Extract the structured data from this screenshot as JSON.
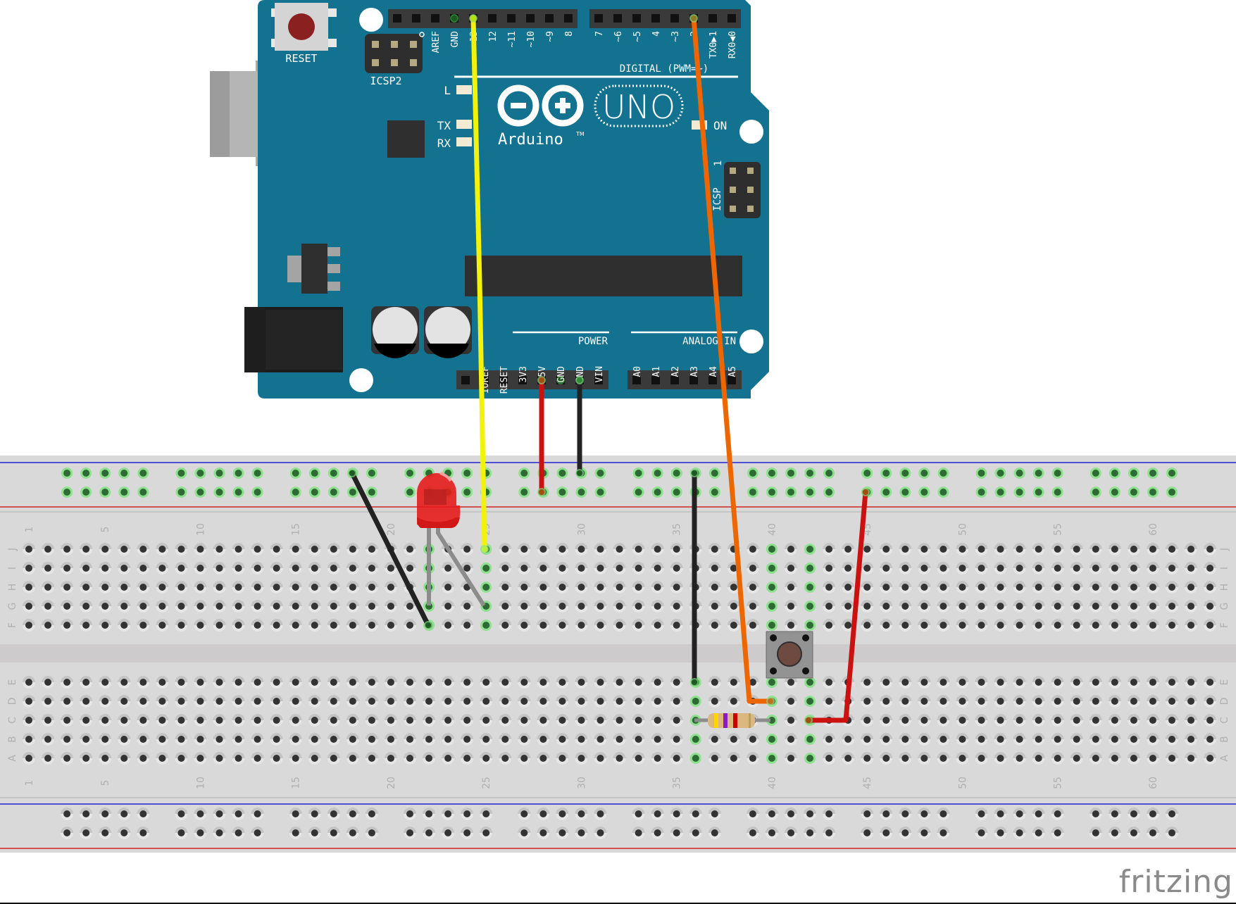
{
  "app": {
    "name": "fritzing",
    "view": "breadboard"
  },
  "arduino": {
    "board_name": "Arduino",
    "model_label": "UNO",
    "trademark": "TM",
    "reset_label": "RESET",
    "icsp2_label": "ICSP2",
    "icsp_label": "ICSP",
    "icsp_pin1_label": "1",
    "led_labels": [
      "L",
      "TX",
      "RX"
    ],
    "on_label": "ON",
    "digital_header_label": "DIGITAL (PWM=~)",
    "power_header_label": "POWER",
    "analog_header_label": "ANALOG IN",
    "digital_pins_left": [
      "",
      "",
      "AREF",
      "GND",
      "13",
      "12",
      "~11",
      "~10",
      "~9",
      "8"
    ],
    "digital_pins_right": [
      "7",
      "~6",
      "~5",
      "4",
      "~3",
      "2",
      "TX0▶1",
      "RX0◀0"
    ],
    "power_pins": [
      "",
      "IOREF",
      "RESET",
      "3V3",
      "5V",
      "GND",
      "GND",
      "VIN"
    ],
    "analog_pins": [
      "A0",
      "A1",
      "A2",
      "A3",
      "A4",
      "A5"
    ],
    "colors": {
      "board": "#13728f",
      "header": "#3a3a3a",
      "text": "#ffffff",
      "reset_button": "#8b2020"
    }
  },
  "breadboard": {
    "columns": 63,
    "column_labels": [
      "1",
      "5",
      "10",
      "15",
      "20",
      "25",
      "30",
      "35",
      "40",
      "45",
      "50",
      "55",
      "60"
    ],
    "top_rows": [
      "J",
      "I",
      "H",
      "G",
      "F"
    ],
    "bottom_rows": [
      "E",
      "D",
      "C",
      "B",
      "A"
    ],
    "rail_groups": 10,
    "colors": {
      "body": "#d9d9d9",
      "channel": "#cbcbcb",
      "hole": "#333333",
      "connected_hole": "#2e6b34",
      "connected_glow": "#8fe08f",
      "rail_blue": "#2323d0",
      "rail_red": "#d02323",
      "label": "#b0b0b0"
    }
  },
  "components": {
    "led": {
      "color": "red",
      "anode_column": 22,
      "cathode_column": 25,
      "row": "G"
    },
    "resistor": {
      "bands": [
        "yellow",
        "violet",
        "red",
        "gold"
      ],
      "value": "4.7kΩ",
      "from_column": 36,
      "to_column": 40,
      "row": "B"
    },
    "pushbutton": {
      "columns": [
        40,
        42
      ],
      "rows": [
        "F",
        "E"
      ]
    }
  },
  "wires": [
    {
      "id": "yellow-wire",
      "color": "#f2f20a",
      "from": "Arduino pin 13",
      "to": "breadboard J25"
    },
    {
      "id": "orange-wire",
      "color": "#ee6600",
      "from": "Arduino pin 2",
      "to": "breadboard D40"
    },
    {
      "id": "red-power-wire",
      "color": "#cc1111",
      "from": "Arduino 5V",
      "to": "top + rail col 28"
    },
    {
      "id": "black-ground-wire",
      "color": "#222222",
      "from": "Arduino GND",
      "to": "top − rail col 30"
    },
    {
      "id": "black-led-ground-wire",
      "color": "#222222",
      "from": "top − rail",
      "to": "breadboard F22"
    },
    {
      "id": "black-resistor-ground-wire",
      "color": "#222222",
      "from": "top − rail col 36",
      "to": "breadboard E36"
    },
    {
      "id": "red-button-wire",
      "color": "#cc1111",
      "from": "top + rail col 45",
      "to": "breadboard C42"
    }
  ]
}
